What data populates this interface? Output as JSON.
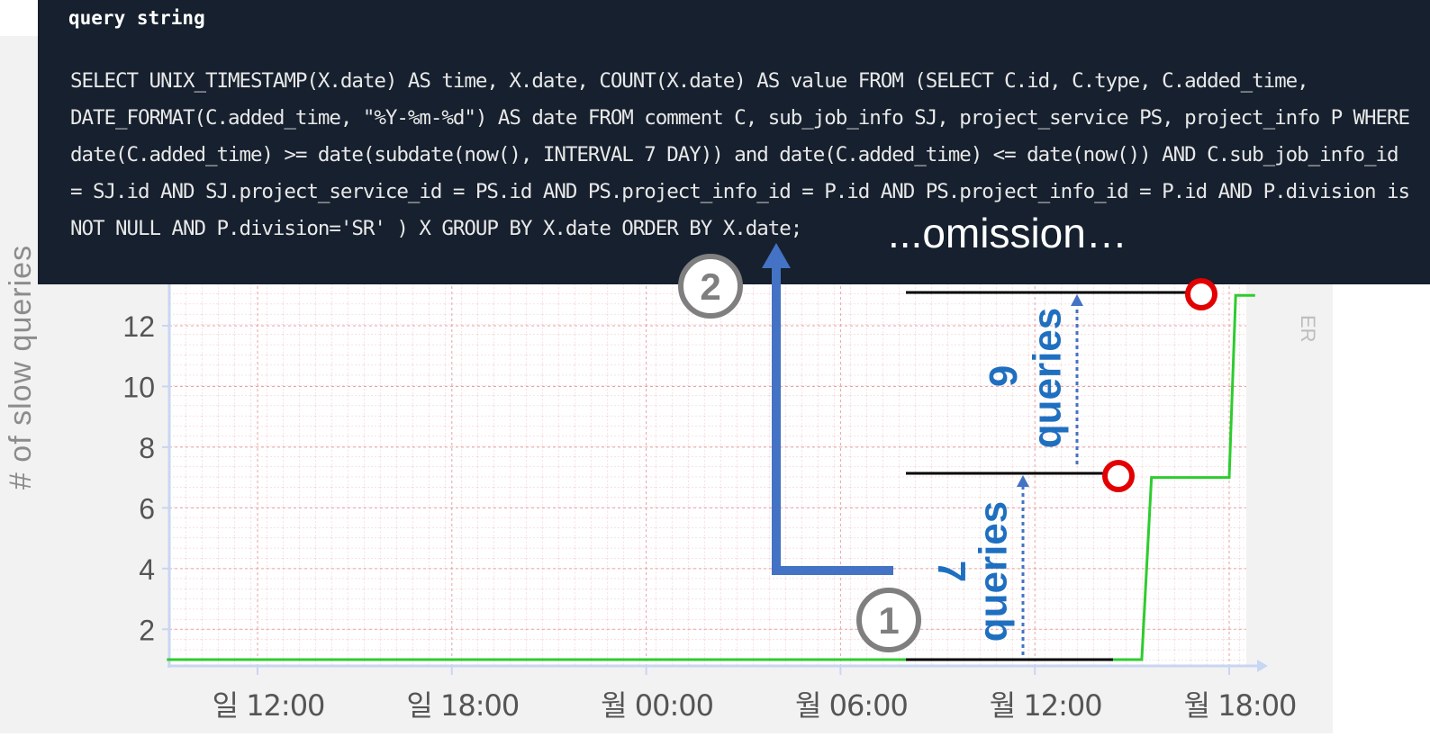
{
  "query_box": {
    "title": "query string",
    "lines": [
      "SELECT UNIX_TIMESTAMP(X.date) AS time, X.date, COUNT(X.date) AS value FROM (SELECT C.id, C.type, C.added_time,",
      "DATE_FORMAT(C.added_time, \"%Y-%m-%d\") AS date FROM comment C, sub_job_info SJ, project_service PS, project_info P WHERE",
      "date(C.added_time) >= date(subdate(now(), INTERVAL 7 DAY)) and date(C.added_time) <= date(now()) AND C.sub_job_info_id",
      "= SJ.id AND SJ.project_service_id = PS.id AND PS.project_info_id = P.id AND PS.project_info_id = P.id AND P.division is",
      "NOT NULL AND P.division='SR' ) X GROUP BY X.date ORDER BY X.date;"
    ],
    "omission": "...omission…"
  },
  "chart_data": {
    "type": "line",
    "ylabel": "# of slow queries",
    "xlabel": "",
    "title": "",
    "ylim": [
      1,
      13
    ],
    "yticks": [
      2,
      4,
      6,
      8,
      10,
      12
    ],
    "xticks": [
      {
        "hour": 12,
        "label": "일 12:00"
      },
      {
        "hour": 18,
        "label": "일 18:00"
      },
      {
        "hour": 24,
        "label": "월 00:00"
      },
      {
        "hour": 30,
        "label": "월 06:00"
      },
      {
        "hour": 36,
        "label": "월 12:00"
      },
      {
        "hour": 42,
        "label": "월 18:00"
      }
    ],
    "xrange_hours": [
      9.2,
      43.1
    ],
    "grid": true,
    "series": [
      {
        "color": "#2ecc2e",
        "points": [
          [
            9.2,
            1
          ],
          [
            39.3,
            1
          ],
          [
            39.6,
            7
          ],
          [
            42.0,
            7
          ],
          [
            42.2,
            13
          ],
          [
            42.8,
            13
          ]
        ]
      }
    ],
    "side_label": "ER"
  },
  "annotations": {
    "step1_count": "7",
    "step1_unit": "queries",
    "step2_count": "6",
    "step2_unit": "queries",
    "circle1": "1",
    "circle2": "2",
    "marker_color": "#e30000",
    "arrow_color": "#4472c4",
    "label_color": "#1f6fc0"
  }
}
